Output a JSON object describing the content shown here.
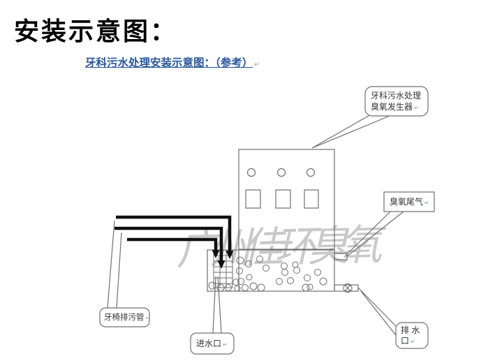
{
  "page": {
    "title": "安装示意图：",
    "subtitle": "牙科污水处理安装示意图：（参考）",
    "paragraph_mark": "↵"
  },
  "watermark": {
    "text": "广州佳环臭氧",
    "color": "#9e9e9e"
  },
  "callouts": {
    "generator": {
      "line1": "牙科污水处理",
      "line2": "臭氧发生器"
    },
    "tail_gas": {
      "label": "臭氧尾气"
    },
    "chair_drain": {
      "label": "牙椅排污管"
    },
    "water_inlet": {
      "label": "进水口"
    },
    "drain_outlet": {
      "line1": "排 水",
      "line2": "口"
    }
  },
  "colors": {
    "title_text": "#000000",
    "subtitle_link": "#2a5699",
    "diagram_stroke": "#6f6f6f",
    "pipe_stroke": "#101010",
    "watermark_gray": "#9e9e9e"
  }
}
